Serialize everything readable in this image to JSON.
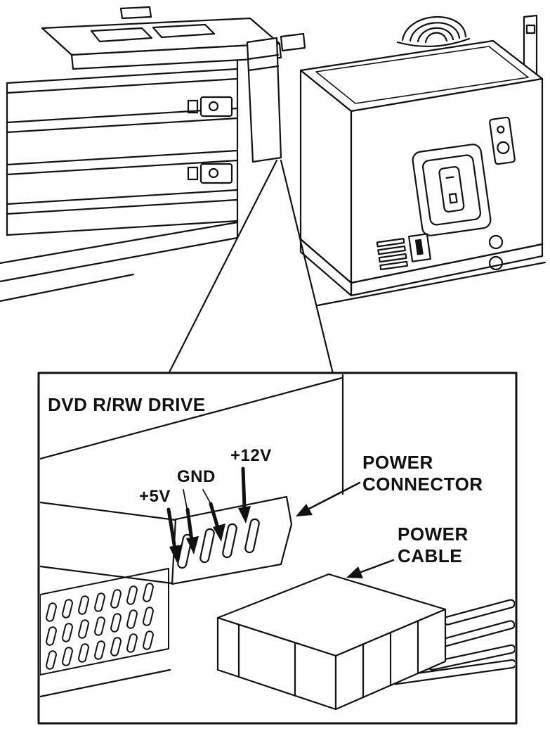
{
  "labels": {
    "drive": "DVD R/RW DRIVE",
    "pin_5v": "+5V",
    "pin_gnd": "GND",
    "pin_12v": "+12V",
    "power_connector": {
      "line1": "POWER",
      "line2": "CONNECTOR"
    },
    "power_cable": {
      "line1": "POWER",
      "line2": "CABLE"
    }
  },
  "colors": {
    "background": "#ffffff",
    "line": "#111111",
    "arrow": "#111111"
  }
}
